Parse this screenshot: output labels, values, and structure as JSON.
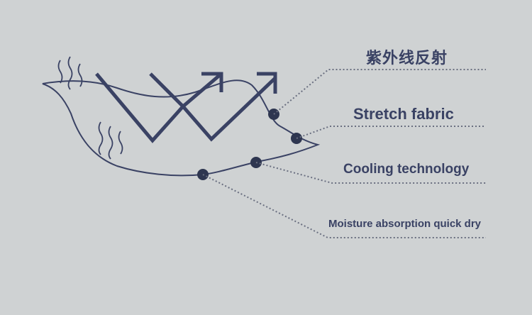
{
  "labels": {
    "uv_reflection": "紫外线反射",
    "stretch_fabric": "Stretch fabric",
    "cooling_technology": "Cooling technology",
    "moisture_absorption": "Moisture absorption quick dry"
  },
  "colors": {
    "background": "#cfd2d3",
    "ink": "#3a4264",
    "dotted_line": "#6a6f80"
  }
}
